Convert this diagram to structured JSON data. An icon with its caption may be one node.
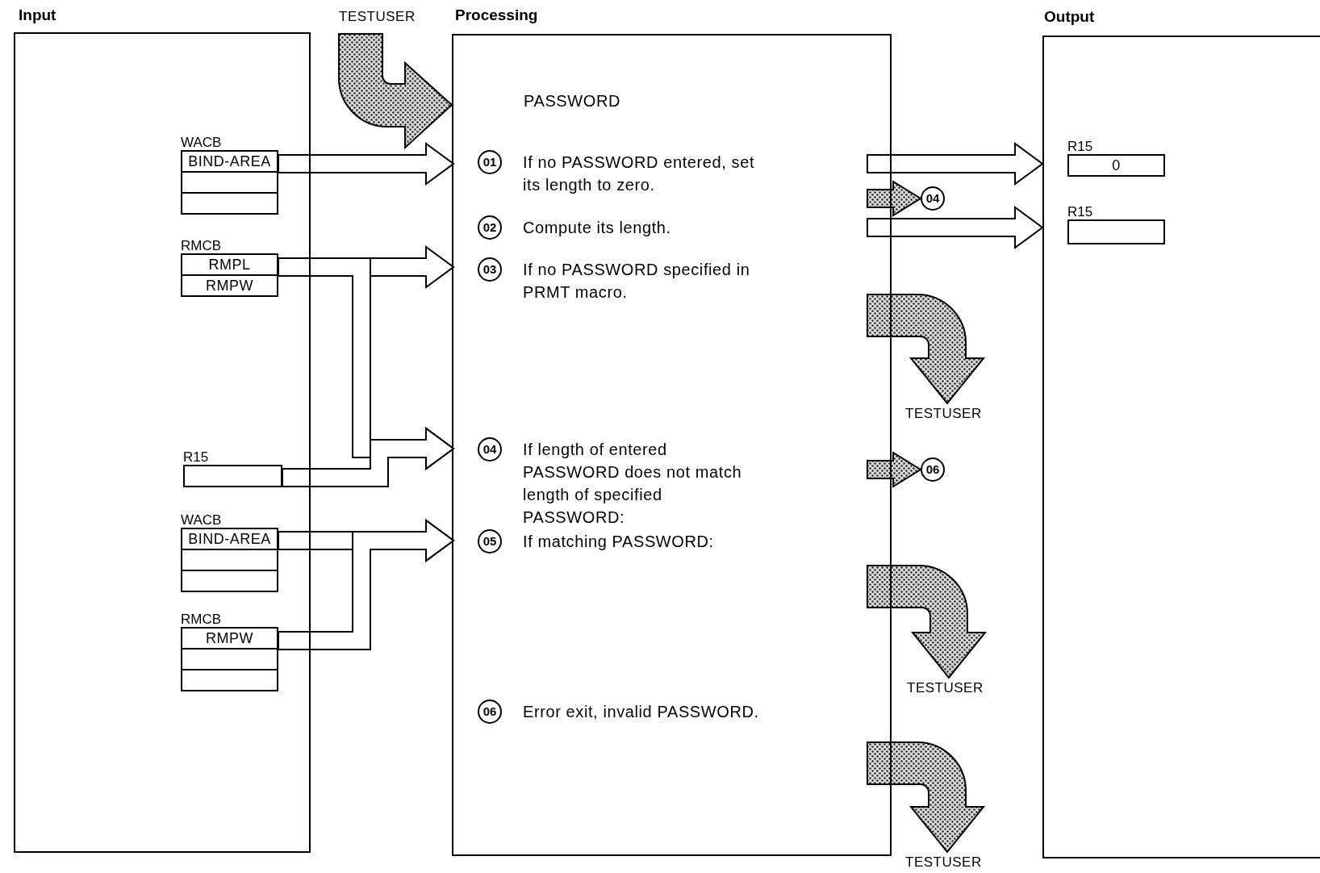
{
  "diagram": {
    "nodes": [
      {
        "text": [
          "Input"
        ]
      },
      {
        "text": [
          "WACB",
          "BIND-AREA"
        ],
        "in": 0
      },
      {
        "text": [
          "RMCB",
          "RMPL",
          "RMPW"
        ],
        "in": 0
      },
      {
        "text": [
          "R15"
        ],
        "in": 0
      },
      {
        "text": [
          "WACB",
          "BIND-AREA"
        ],
        "in": 0
      },
      {
        "text": [
          "RMCB",
          "RMPW"
        ],
        "in": 0
      },
      {
        "text": [
          "TESTUSER"
        ]
      },
      {
        "text": [
          "Processing"
        ]
      },
      {
        "text": [
          "01",
          "If no PASSWORD entered, set its length to zero."
        ],
        "in": 7
      },
      {
        "text": [
          "02",
          "Compute its length."
        ],
        "in": 7
      },
      {
        "text": [
          "03",
          "If no PASSWORD specified in PRMT macro."
        ],
        "in": 7
      },
      {
        "text": [
          "04",
          "If length of entered PASSWORD does not match length of specified PASSWORD:"
        ],
        "in": 7
      },
      {
        "text": [
          "05",
          "If matching PASSWORD:"
        ],
        "in": 7
      },
      {
        "text": [
          "06",
          "Error exit, invalid PASSWORD."
        ],
        "in": 7
      },
      {
        "text": [
          "04"
        ]
      },
      {
        "text": [
          "06"
        ]
      },
      {
        "text": [
          "TESTUSER"
        ]
      },
      {
        "text": [
          "TESTUSER"
        ]
      },
      {
        "text": [
          "TESTUSER"
        ]
      },
      {
        "text": [
          "Output"
        ]
      },
      {
        "text": [
          "R15",
          "0"
        ],
        "in": 19
      },
      {
        "text": [
          "R15"
        ],
        "in": 19
      }
    ],
    "edges": [
      {
        "from": 6,
        "to": 7,
        "arrow": "to",
        "color": "#d9d9d9"
      },
      {
        "from": 1,
        "to": 8,
        "arrow": "to"
      },
      {
        "from": 2,
        "to": 10,
        "arrow": "to"
      },
      {
        "from": 2,
        "to": 11,
        "arrow": "to"
      },
      {
        "from": 3,
        "to": 11,
        "arrow": "to"
      },
      {
        "from": 4,
        "to": 12,
        "arrow": "to"
      },
      {
        "from": 5,
        "to": 12,
        "arrow": "to"
      },
      {
        "from": 7,
        "to": 19,
        "arrow": "to"
      },
      {
        "from": 7,
        "to": 14,
        "arrow": "to",
        "color": "#d9d9d9"
      },
      {
        "from": 7,
        "to": 19,
        "arrow": "to"
      },
      {
        "from": 7,
        "to": 16,
        "arrow": "to",
        "color": "#d9d9d9"
      },
      {
        "from": 7,
        "to": 15,
        "arrow": "to",
        "color": "#d9d9d9"
      },
      {
        "from": 7,
        "to": 17,
        "arrow": "to",
        "color": "#d9d9d9"
      },
      {
        "from": 7,
        "to": 18,
        "arrow": "to",
        "color": "#d9d9d9"
      }
    ],
    "labels": [
      "PASSWORD"
    ]
  }
}
